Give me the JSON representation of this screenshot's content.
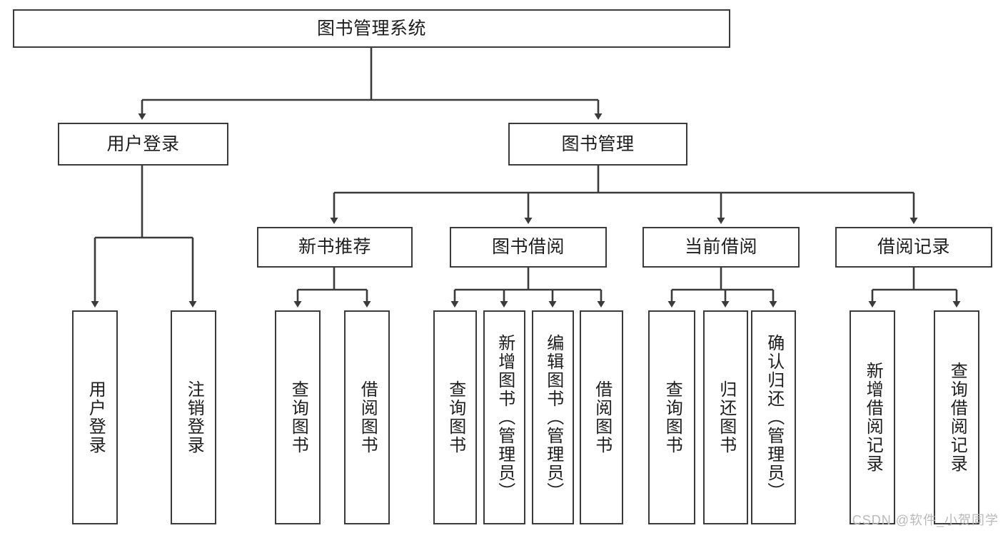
{
  "diagram": {
    "title": "图书管理系统",
    "type": "hierarchy-tree",
    "root": {
      "id": "root",
      "label": "图书管理系统",
      "level": 1
    },
    "level2": [
      {
        "id": "user-login",
        "label": "用户登录",
        "level": 2
      },
      {
        "id": "book-manage",
        "label": "图书管理",
        "level": 2
      }
    ],
    "level3": [
      {
        "id": "new-book-rec",
        "label": "新书推荐",
        "level": 3,
        "parent": "book-manage"
      },
      {
        "id": "book-borrow",
        "label": "图书借阅",
        "level": 3,
        "parent": "book-manage"
      },
      {
        "id": "current-borrow",
        "label": "当前借阅",
        "level": 3,
        "parent": "book-manage"
      },
      {
        "id": "borrow-record",
        "label": "借阅记录",
        "level": 3,
        "parent": "book-manage"
      }
    ],
    "leaves": [
      {
        "id": "leaf-user-login",
        "label": "用户登录",
        "parent": "user-login"
      },
      {
        "id": "leaf-user-logout",
        "label": "注销登录",
        "parent": "user-login"
      },
      {
        "id": "leaf-query-book-1",
        "label": "查询图书",
        "parent": "new-book-rec"
      },
      {
        "id": "leaf-borrow-book-1",
        "label": "借阅图书",
        "parent": "new-book-rec"
      },
      {
        "id": "leaf-query-book-2",
        "label": "查询图书",
        "parent": "book-borrow"
      },
      {
        "id": "leaf-add-book",
        "label": "新增图书（管理员）",
        "parent": "book-borrow"
      },
      {
        "id": "leaf-edit-book",
        "label": "编辑图书（管理员）",
        "parent": "book-borrow"
      },
      {
        "id": "leaf-borrow-book-2",
        "label": "借阅图书",
        "parent": "book-borrow"
      },
      {
        "id": "leaf-query-book-3",
        "label": "查询图书",
        "parent": "current-borrow"
      },
      {
        "id": "leaf-return-book",
        "label": "归还图书",
        "parent": "current-borrow"
      },
      {
        "id": "leaf-confirm-return",
        "label": "确认归还（管理员）",
        "parent": "current-borrow"
      },
      {
        "id": "leaf-add-record",
        "label": "新增借阅记录",
        "parent": "borrow-record"
      },
      {
        "id": "leaf-query-record",
        "label": "查询借阅记录",
        "parent": "borrow-record"
      }
    ],
    "colors": {
      "stroke": "#3b3b3b",
      "fill": "#ffffff",
      "text": "#1d1d1d",
      "watermark": "#b9b9b9"
    }
  },
  "watermark": {
    "text": "CSDN @软件_小贺同学"
  }
}
